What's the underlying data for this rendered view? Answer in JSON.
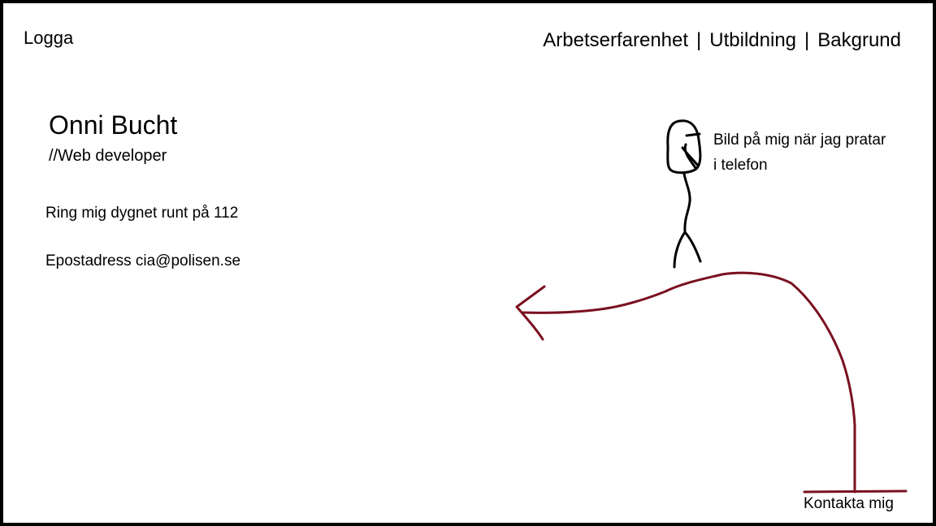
{
  "header": {
    "logo_text": "Logga",
    "nav": [
      {
        "label": "Arbetserfarenhet"
      },
      {
        "label": "Utbildning"
      },
      {
        "label": "Bakgrund"
      }
    ],
    "separator": "|"
  },
  "profile": {
    "name": "Onni Bucht",
    "role": "//Web developer",
    "phone_text": "Ring mig dygnet runt på 112",
    "email_text": "Epostadress cia@polisen.se"
  },
  "photo": {
    "caption": "Bild på mig när jag pratar i telefon"
  },
  "contact": {
    "label": "Kontakta mig"
  },
  "colors": {
    "border": "#000000",
    "arrow": "#7a1020",
    "sketch": "#000000"
  }
}
